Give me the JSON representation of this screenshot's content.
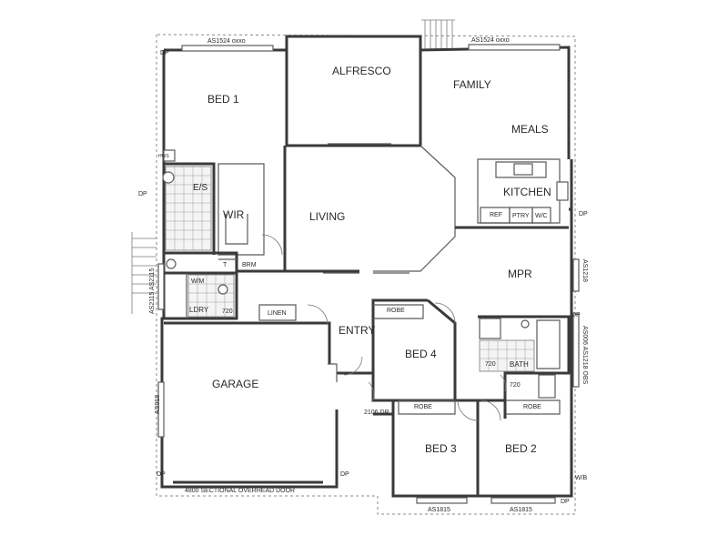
{
  "rooms": {
    "bed1": "BED 1",
    "alfresco": "ALFRESCO",
    "family": "FAMILY",
    "meals": "MEALS",
    "ensuite": "E/S",
    "wir": "WIR",
    "living": "LIVING",
    "kitchen": "KITCHEN",
    "mpr": "MPR",
    "entry": "ENTRY",
    "bed4": "BED 4",
    "garage": "GARAGE",
    "bath": "BATH",
    "bed3": "BED 3",
    "bed2": "BED 2",
    "linen": "LINEN",
    "laundry": "LDRY",
    "toilet": "T",
    "brm": "BRM"
  },
  "fixtures": {
    "ref": "REF",
    "pantry": "PTRY",
    "wc": "W/C",
    "robe_bed4": "ROBE",
    "robe_bed3": "ROBE",
    "robe_bed2": "ROBE",
    "wm": "W/M",
    "hws": "HWS",
    "wb": "W/B"
  },
  "annotations": {
    "window_top_left": "AS1524 oxxo",
    "window_top_right": "AS1524 oxxo",
    "garage_door": "4800 SECTIONAL OVERHEAD DOOR",
    "window_bottom_left": "AS1815",
    "window_bottom_right": "AS1815",
    "door_2106": "2106 DR",
    "window_left_1": "AS2115 AS2115",
    "window_left_2": "AS918",
    "window_right_mpr": "AS1218",
    "window_right_bath": "AS006 AS1218 OBS",
    "door_720_ldry": "720",
    "door_720_bath": "720",
    "door_720_wc": "720",
    "dp1": "DP",
    "dp2": "DP",
    "dp3": "DP",
    "dp4": "DP",
    "dp5": "DP",
    "dp6": "DP",
    "dp7": "DP"
  }
}
